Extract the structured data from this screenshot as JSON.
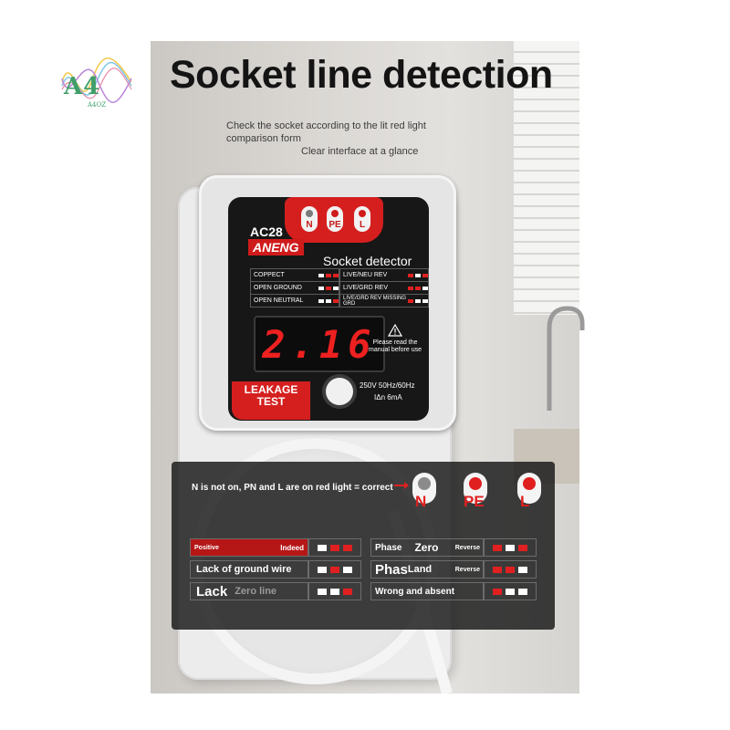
{
  "logo": {
    "main": "A4",
    "sub": "A4OZ"
  },
  "title": "Socket line detection",
  "subtitle_line1": "Check the socket according to the lit red light comparison form",
  "subtitle_line2": "Clear interface at a glance",
  "device": {
    "leds": [
      "N",
      "PE",
      "L"
    ],
    "model": "AC28",
    "brand": "ANENG",
    "name": "Socket detector",
    "table_left": [
      {
        "label": "COPPECT",
        "lights": [
          "white",
          "red",
          "red"
        ]
      },
      {
        "label": "OPEN GROUND",
        "lights": [
          "white",
          "red",
          "white"
        ]
      },
      {
        "label": "OPEN NEUTRAL",
        "lights": [
          "white",
          "white",
          "red"
        ]
      }
    ],
    "table_right": [
      {
        "label": "LIVE/NEU REV",
        "lights": [
          "red",
          "white",
          "red"
        ]
      },
      {
        "label": "LIVE/GRD REV",
        "lights": [
          "red",
          "red",
          "white"
        ]
      },
      {
        "label": "LIVE/GRD REV MISSING GRD",
        "lights": [
          "red",
          "white",
          "white"
        ]
      }
    ],
    "display": "2.16",
    "manual_note": "Please read the manual before use",
    "leakage_line1": "LEAKAGE",
    "leakage_line2": "TEST",
    "spec_line1": "250V 50Hz/60Hz",
    "spec_line2": "IΔn 6mA"
  },
  "overlay": {
    "note": "N is not on, PN and L are on red light = correct",
    "leds": [
      "N",
      "PE",
      "L"
    ],
    "rows_left": [
      {
        "name": "Positive",
        "tag": "Indeed",
        "lights": [
          "white",
          "red",
          "red"
        ]
      },
      {
        "name": "Lack of ground wire",
        "tag": "",
        "lights": [
          "white",
          "red",
          "white"
        ]
      },
      {
        "name": "Lack",
        "tag": "Zero line",
        "lights": [
          "white",
          "white",
          "red"
        ]
      }
    ],
    "rows_right": [
      {
        "name": "Phase",
        "tag": "Zero",
        "tag2": "Reverse",
        "lights": [
          "red",
          "white",
          "red"
        ]
      },
      {
        "name": "Phas",
        "tag": "Land",
        "tag2": "Reverse",
        "lights": [
          "red",
          "red",
          "white"
        ]
      },
      {
        "name": "Wrong and absent",
        "tag": "",
        "tag2": "",
        "lights": [
          "red",
          "white",
          "white"
        ]
      }
    ]
  },
  "colors": {
    "accent_red": "#d51f1f",
    "logo_green": "#3f9e6a"
  }
}
